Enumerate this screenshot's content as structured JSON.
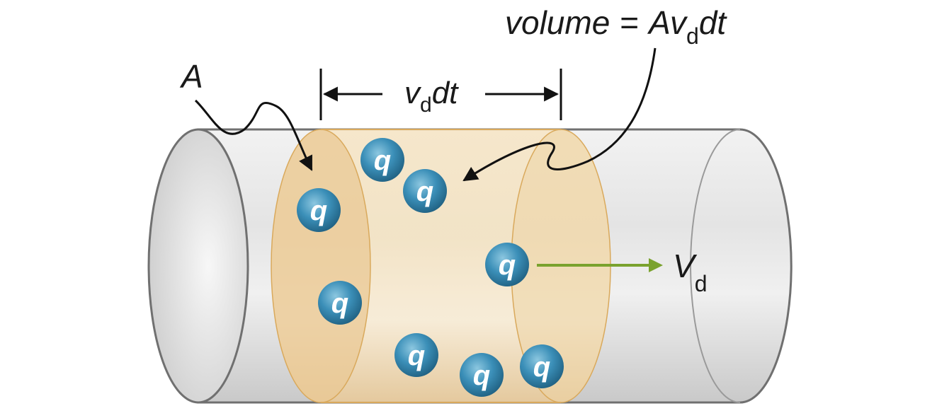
{
  "labels": {
    "volume_eq": "volume",
    "volume_equals": "=",
    "volume_A": "A",
    "volume_v": "v",
    "volume_sub_d": "d",
    "volume_dt": "dt",
    "area": "A",
    "length_v": "v",
    "length_sub_d": "d",
    "length_dt": "dt",
    "drift_V": "V",
    "drift_sub_d": "d"
  },
  "charges": {
    "symbol": "q"
  },
  "colors": {
    "cylinder_fill": "#e9e9e9",
    "cylinder_stroke": "#707070",
    "slab_fill": "#f1ddb6",
    "slab_stroke": "#d9a95c",
    "charge_fill": "#2f7ea3",
    "drift_arrow": "#7aa22e",
    "pointer_line": "#111111"
  }
}
